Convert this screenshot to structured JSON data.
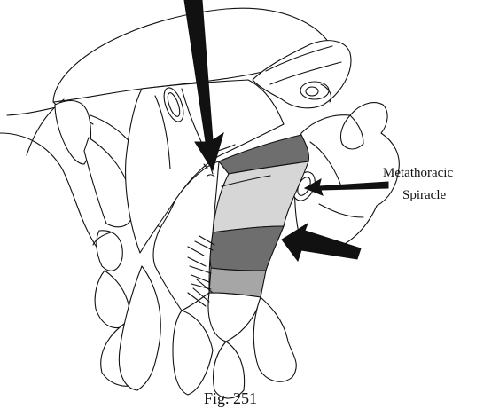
{
  "figure": {
    "label_spiracle_line1": "Metathoracic",
    "label_spiracle_line2": "Spiracle",
    "caption": "Fig. 251"
  },
  "colors": {
    "ink": "#111111",
    "band_dark": "#6e6e6e",
    "band_light": "#d6d6d6",
    "band_mid": "#a6a6a6",
    "background": "#ffffff"
  },
  "arrows": {
    "count": 3,
    "icons": [
      "arrow-top-icon",
      "arrow-spiracle-icon",
      "arrow-side-icon"
    ]
  }
}
